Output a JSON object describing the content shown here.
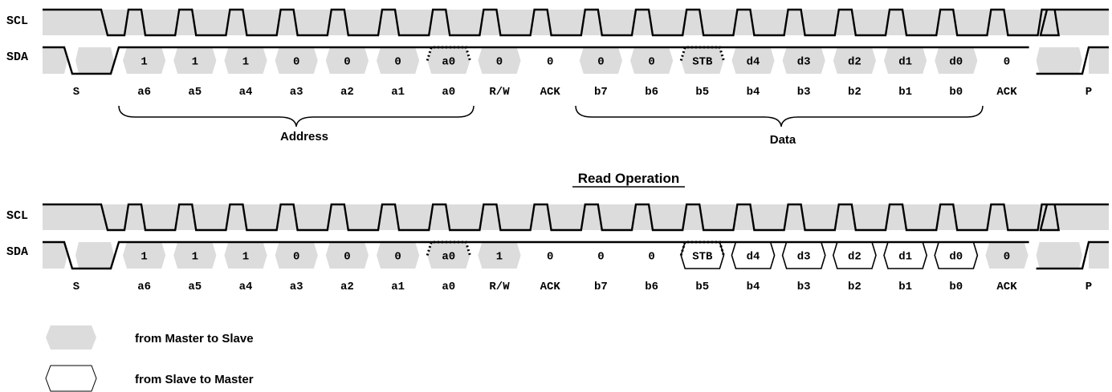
{
  "signals": {
    "scl": "SCL",
    "sda": "SDA"
  },
  "title_read": "Read Operation",
  "brace_labels": {
    "address": "Address",
    "data": "Data"
  },
  "bit_labels": [
    "S",
    "a6",
    "a5",
    "a4",
    "a3",
    "a2",
    "a1",
    "a0",
    "R/W",
    "ACK",
    "b7",
    "b6",
    "b5",
    "b4",
    "b3",
    "b2",
    "b1",
    "b0",
    "ACK",
    "P"
  ],
  "write_diagram": {
    "cells": [
      {
        "text": "1",
        "dir": "master"
      },
      {
        "text": "1",
        "dir": "master"
      },
      {
        "text": "1",
        "dir": "master"
      },
      {
        "text": "0",
        "dir": "master"
      },
      {
        "text": "0",
        "dir": "master"
      },
      {
        "text": "0",
        "dir": "master"
      },
      {
        "text": "a0",
        "dir": "master",
        "dotted": true
      },
      {
        "text": "0",
        "dir": "master"
      },
      {
        "text": "0",
        "dir": "low"
      },
      {
        "text": "0",
        "dir": "master"
      },
      {
        "text": "0",
        "dir": "master"
      },
      {
        "text": "STB",
        "dir": "master",
        "dotted": true
      },
      {
        "text": "d4",
        "dir": "master"
      },
      {
        "text": "d3",
        "dir": "master"
      },
      {
        "text": "d2",
        "dir": "master"
      },
      {
        "text": "d1",
        "dir": "master"
      },
      {
        "text": "d0",
        "dir": "master"
      },
      {
        "text": "0",
        "dir": "low"
      }
    ]
  },
  "read_diagram": {
    "cells": [
      {
        "text": "1",
        "dir": "master"
      },
      {
        "text": "1",
        "dir": "master"
      },
      {
        "text": "1",
        "dir": "master"
      },
      {
        "text": "0",
        "dir": "master"
      },
      {
        "text": "0",
        "dir": "master"
      },
      {
        "text": "0",
        "dir": "master"
      },
      {
        "text": "a0",
        "dir": "master",
        "dotted": true
      },
      {
        "text": "1",
        "dir": "master"
      },
      {
        "text": "0",
        "dir": "low"
      },
      {
        "text": "0",
        "dir": "low"
      },
      {
        "text": "0",
        "dir": "low"
      },
      {
        "text": "STB",
        "dir": "slave",
        "dotted": true
      },
      {
        "text": "d4",
        "dir": "slave"
      },
      {
        "text": "d3",
        "dir": "slave"
      },
      {
        "text": "d2",
        "dir": "slave"
      },
      {
        "text": "d1",
        "dir": "slave"
      },
      {
        "text": "d0",
        "dir": "slave"
      },
      {
        "text": "0",
        "dir": "master"
      }
    ]
  },
  "legend": {
    "master_to_slave": "from Master to Slave",
    "slave_to_master": "from Slave to Master",
    "fill_color": "#dcdcdc"
  }
}
